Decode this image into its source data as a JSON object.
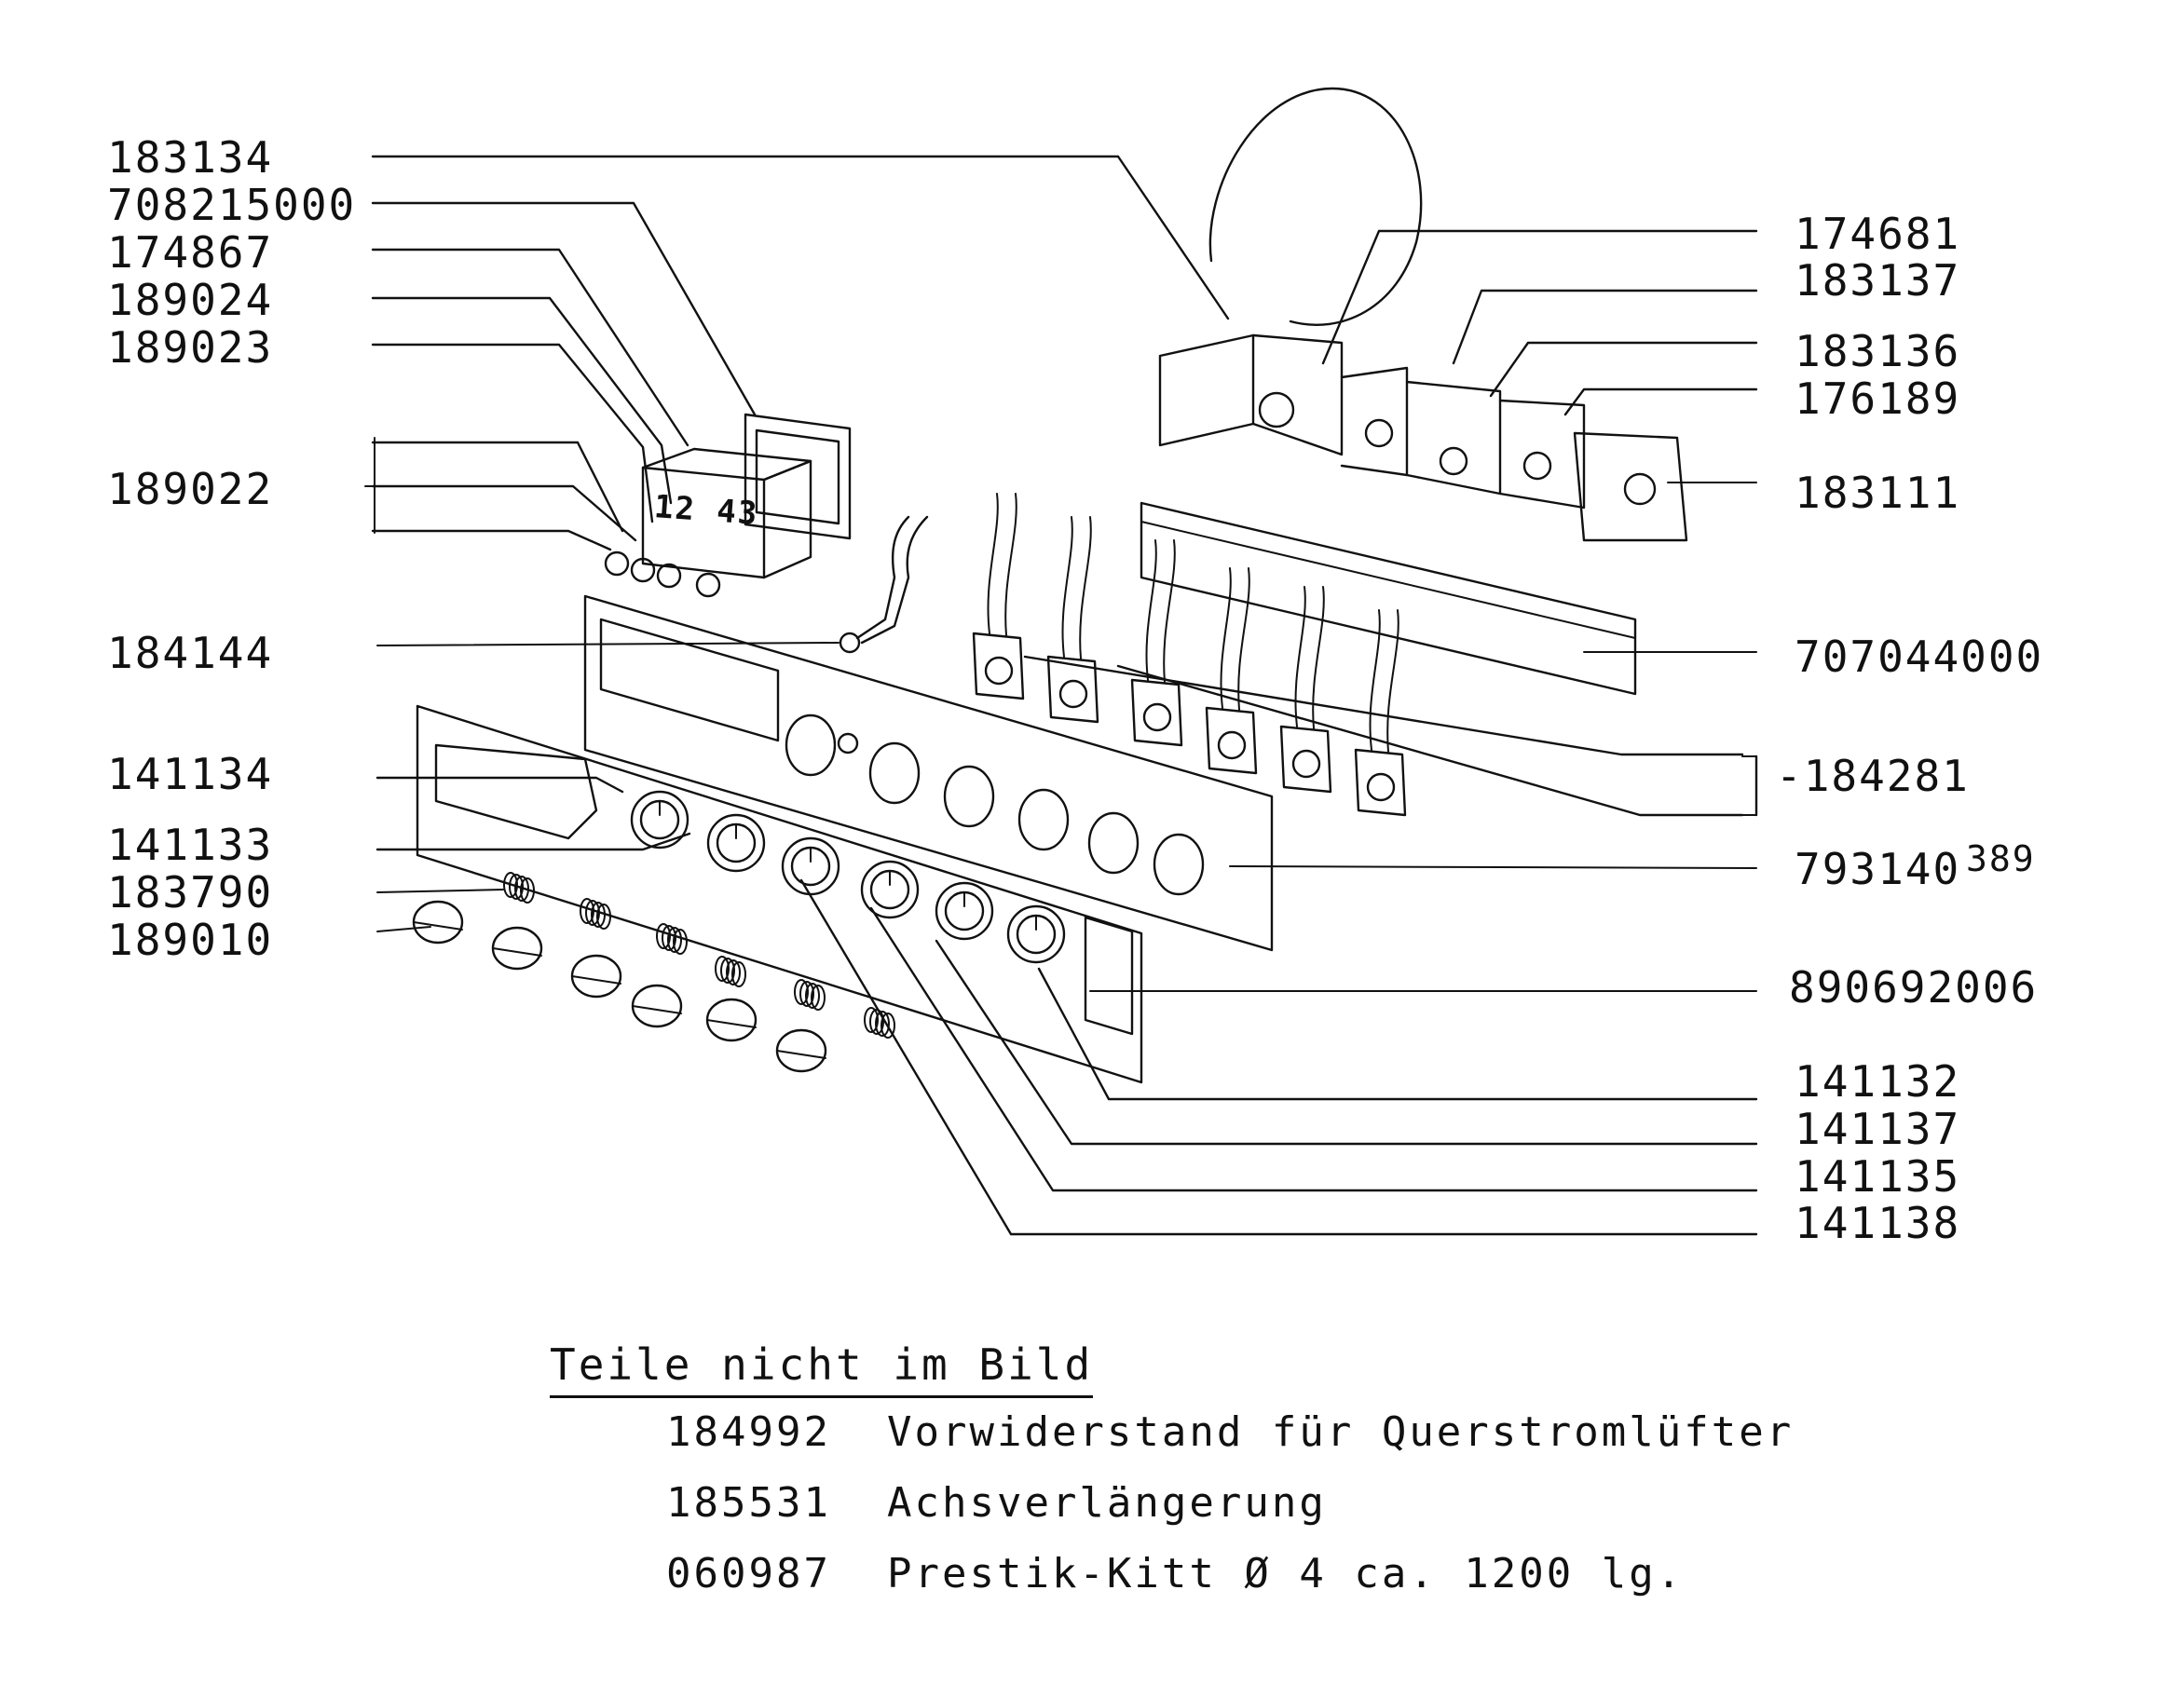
{
  "diagram": {
    "left_labels": [
      "183134",
      "708215000",
      "174867",
      "189024",
      "189023",
      "189022",
      "184144",
      "141134",
      "141133",
      "183790",
      "189010"
    ],
    "right_labels": [
      "174681",
      "183137",
      "183136",
      "176189",
      "183111",
      "707044000",
      "-184281",
      "793140",
      "890692006",
      "141132",
      "141137",
      "141135",
      "141138"
    ],
    "right_superscript": "389",
    "clock_display": "12 43"
  },
  "notes": {
    "title": "Teile nicht im Bild",
    "items": [
      {
        "code": "184992",
        "text": "Vorwiderstand für Querstromlüfter"
      },
      {
        "code": "185531",
        "text": "Achsverlängerung"
      },
      {
        "code": "060987",
        "text": "Prestik-Kitt Ø 4 ca. 1200 lg."
      }
    ]
  }
}
